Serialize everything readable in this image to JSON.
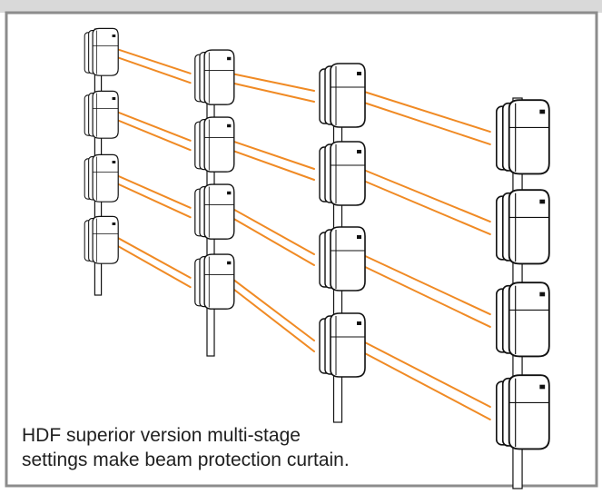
{
  "caption": {
    "line1": "HDF superior version multi-stage",
    "line2": "settings make beam protection curtain."
  },
  "diagram": {
    "poles": 4,
    "detectors_per_pole": 4,
    "beams_per_pair": 2,
    "colors": {
      "beam": "#F08A24",
      "frame": "#8C8C8C",
      "header_bar": "#D9D9D9",
      "detector_outline": "#111111",
      "detector_fill": "#FFFFFF",
      "pole": "#FFFFFF"
    },
    "elements": {
      "pole": "support-pole",
      "detector": "beam-detector-unit",
      "beam": "infrared-beam-line"
    }
  }
}
